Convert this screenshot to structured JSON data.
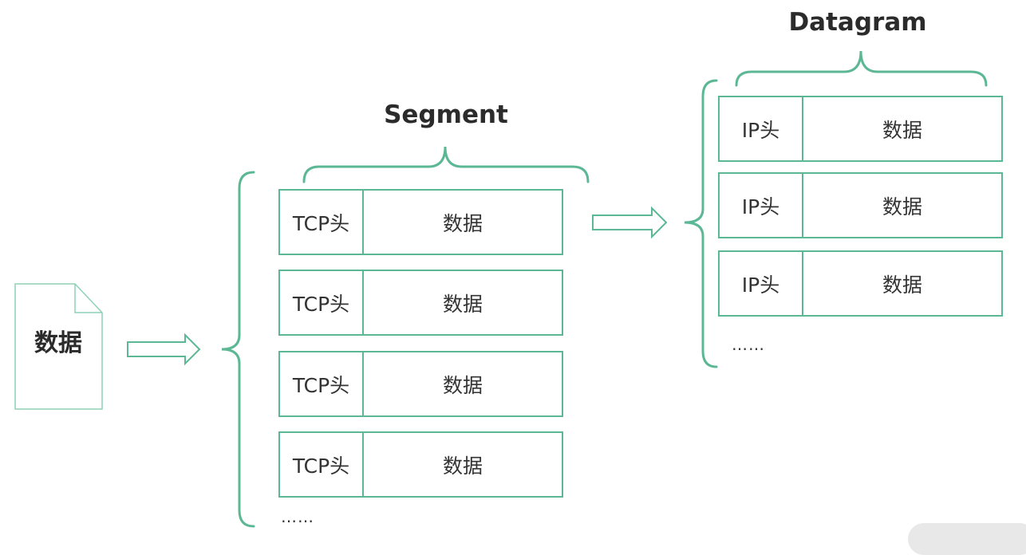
{
  "source": {
    "label": "数据"
  },
  "segment": {
    "title": "Segment",
    "rows": [
      {
        "head": "TCP头",
        "body": "数据"
      },
      {
        "head": "TCP头",
        "body": "数据"
      },
      {
        "head": "TCP头",
        "body": "数据"
      },
      {
        "head": "TCP头",
        "body": "数据"
      }
    ],
    "ellipsis": "……"
  },
  "datagram": {
    "title": "Datagram",
    "rows": [
      {
        "head": "IP头",
        "body": "数据"
      },
      {
        "head": "IP头",
        "body": "数据"
      },
      {
        "head": "IP头",
        "body": "数据"
      }
    ],
    "ellipsis": "……"
  },
  "colors": {
    "stroke": "#5cb894",
    "text": "#333333",
    "doc_border": "#8fd1b6"
  },
  "icons": {
    "document": "document-icon",
    "arrow": "right-arrow-icon",
    "brace": "curly-brace-icon"
  }
}
